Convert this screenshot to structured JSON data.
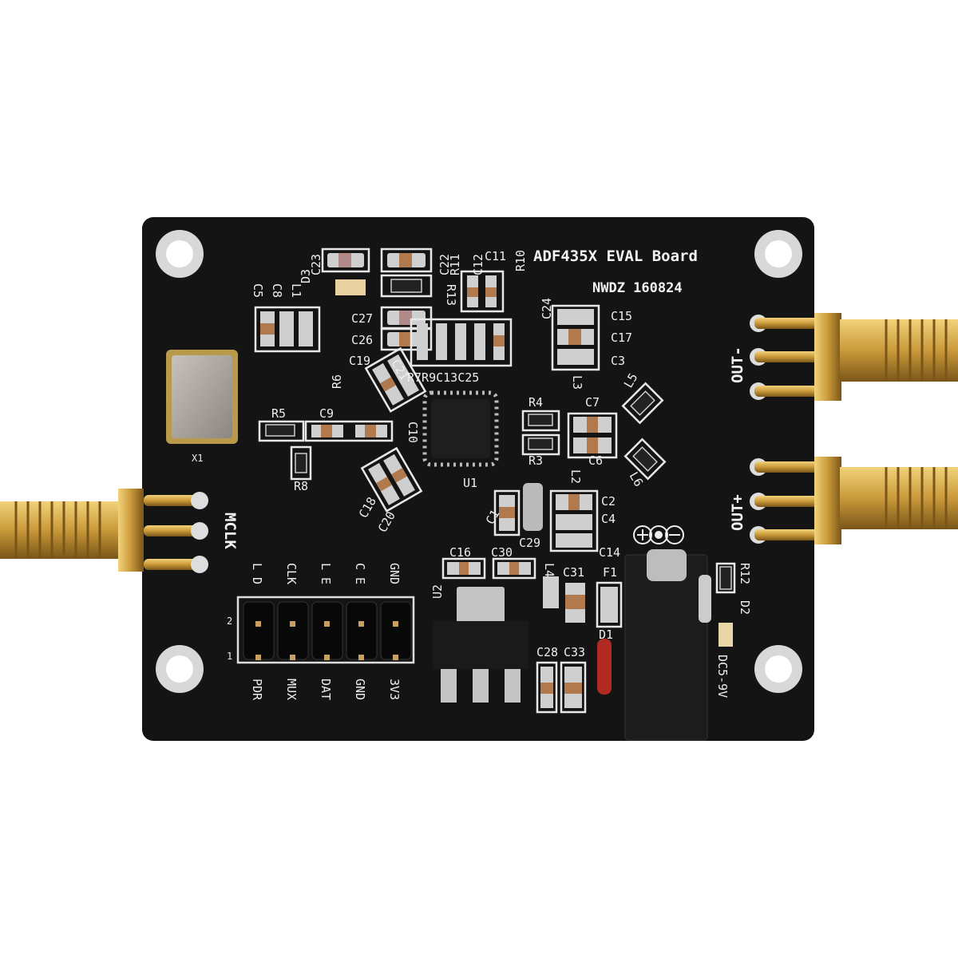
{
  "board": {
    "title": "ADF435X EVAL Board",
    "code": "NWDZ 160824",
    "colors": {
      "pcb": "#141414",
      "silkscreen": "#eeeeee",
      "gold": "#c99a3a",
      "capacitor": "#b07a4e"
    }
  },
  "connectors": {
    "mclk": "MCLK",
    "out_minus": "OUT-",
    "out_plus": "OUT+",
    "power": "DC5-9V"
  },
  "header": {
    "top_labels": [
      "L D",
      "CLK",
      "L E",
      "C E",
      "GND"
    ],
    "bottom_labels": [
      "PDR",
      "MUX",
      "DAT",
      "GND",
      "3V3"
    ],
    "row_2": "2",
    "row_1": "1"
  },
  "labels": {
    "C23": "C23",
    "C22": "C22",
    "R11": "R11",
    "C12": "C12",
    "C11": "C11",
    "R10": "R10",
    "R13": "R13",
    "C24": "C24",
    "C5": "C5",
    "C8": "C8",
    "L1": "L1",
    "D3": "D3",
    "C27": "C27",
    "C26": "C26",
    "C19": "C19",
    "C21": "C21",
    "R6": "R6",
    "R7R9C13C25": "R7R9C13C25",
    "C15": "C15",
    "C17": "C17",
    "C3": "C3",
    "L3": "L3",
    "R4": "R4",
    "C7": "C7",
    "R3": "R3",
    "C6": "C6",
    "L5": "L5",
    "L6": "L6",
    "L2": "L2",
    "R5": "R5",
    "C9": "C9",
    "C10": "C10",
    "R8": "R8",
    "U1": "U1",
    "X1": "X1",
    "C18": "C18",
    "C20": "C20",
    "C1": "C1",
    "C2": "C2",
    "C4": "C4",
    "C29": "C29",
    "C14": "C14",
    "C16": "C16",
    "C30": "C30",
    "L4": "L4",
    "C31": "C31",
    "F1": "F1",
    "R12": "R12",
    "D2": "D2",
    "C28": "C28",
    "C33": "C33",
    "D1": "D1",
    "U2": "U2"
  }
}
